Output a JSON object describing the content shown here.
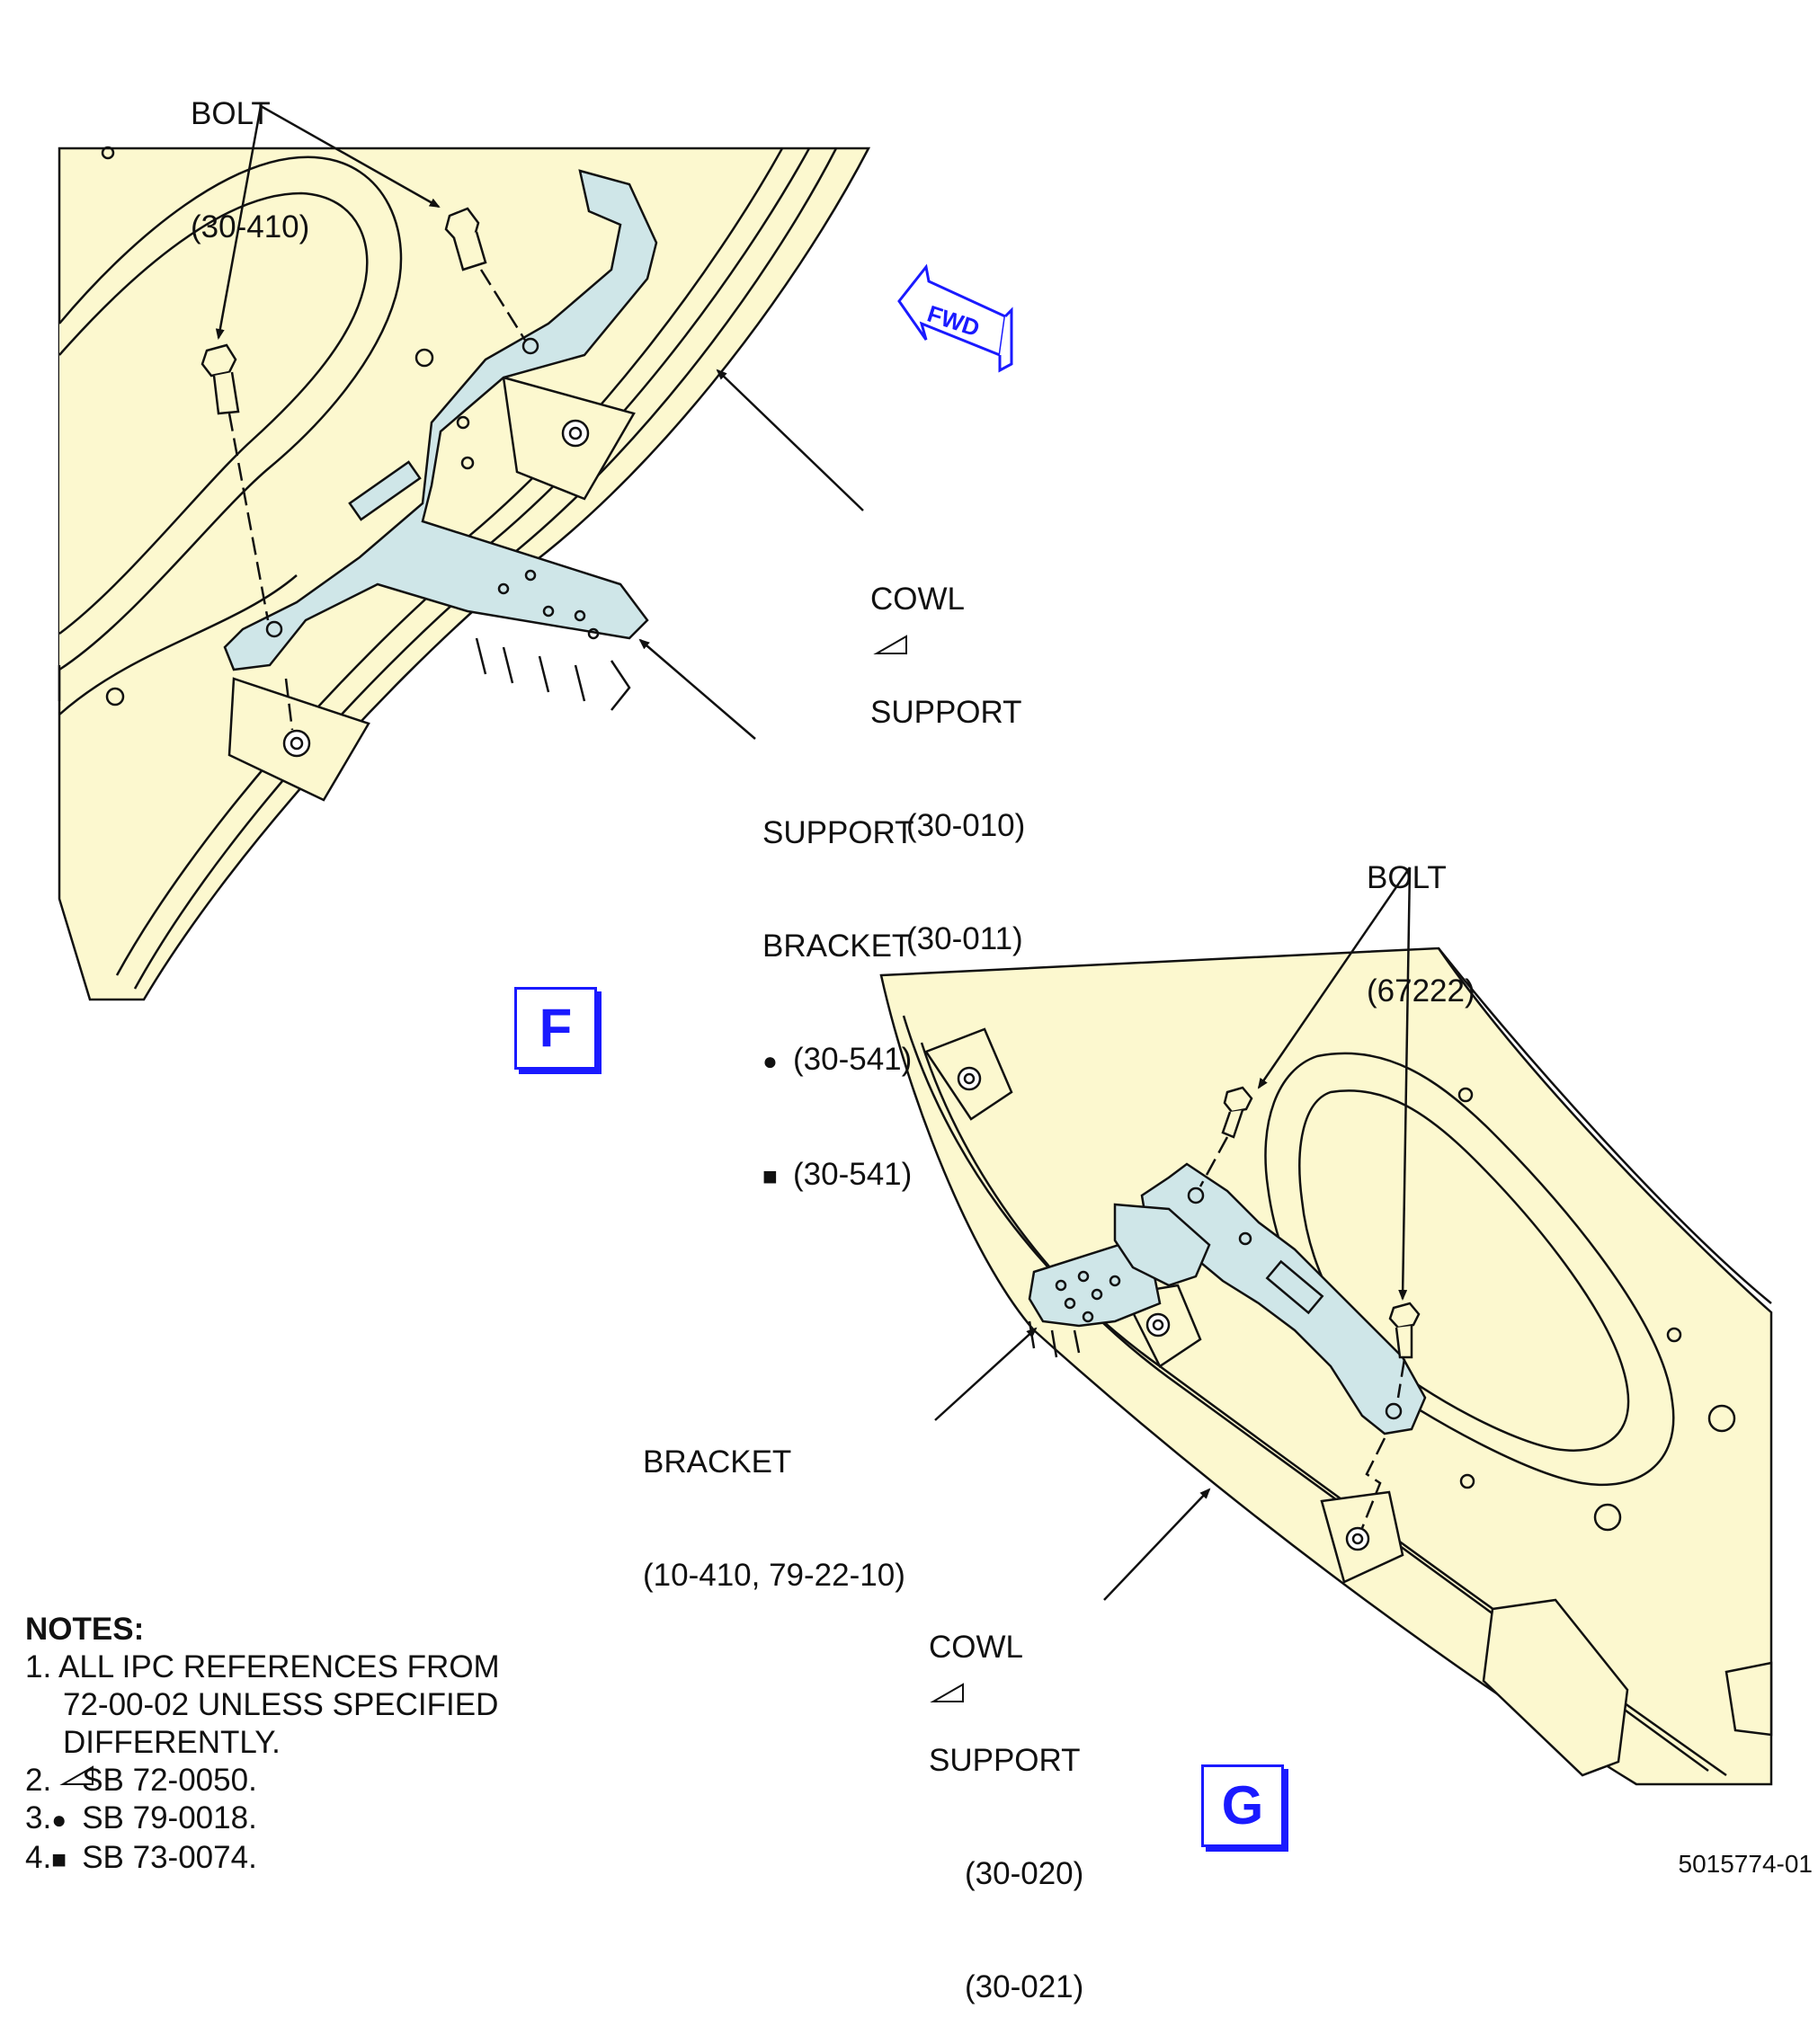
{
  "view_f": {
    "id": "F",
    "bolt": {
      "name": "BOLT",
      "ref": "(30-410)"
    },
    "cowl_support": {
      "l1": "COWL",
      "l2": "SUPPORT",
      "ref1": "(30-010)",
      "ref2": "(30-011)"
    },
    "support_bracket": {
      "l1": "SUPPORT",
      "l2": "BRACKET",
      "ref1": "(30-541)",
      "ref2": "(30-541)"
    },
    "fwd": "FWD"
  },
  "view_g": {
    "id": "G",
    "bolt": {
      "name": "BOLT",
      "ref": "(67222)"
    },
    "bracket": {
      "l1": "BRACKET",
      "ref": "(10-410, 79-22-10)"
    },
    "cowl_support": {
      "l1": "COWL",
      "l2": "SUPPORT",
      "ref1": "(30-020)",
      "ref2": "(30-021)"
    }
  },
  "notes": {
    "title": "NOTES:",
    "n1a": "1. ALL IPC REFERENCES FROM",
    "n1b": "72-00-02 UNLESS SPECIFIED",
    "n1c": "DIFFERENTLY.",
    "n2_num": "2.",
    "n2": "SB 72-0050.",
    "n3_num": "3.",
    "n3": "SB 79-0018.",
    "n4_num": "4.",
    "n4": "SB 73-0074."
  },
  "figure_number": "5015774-01",
  "colors": {
    "panel": "#fcf8cf",
    "bracket": "#cfe6e8",
    "accent": "#1a1aff",
    "line": "#111111"
  }
}
